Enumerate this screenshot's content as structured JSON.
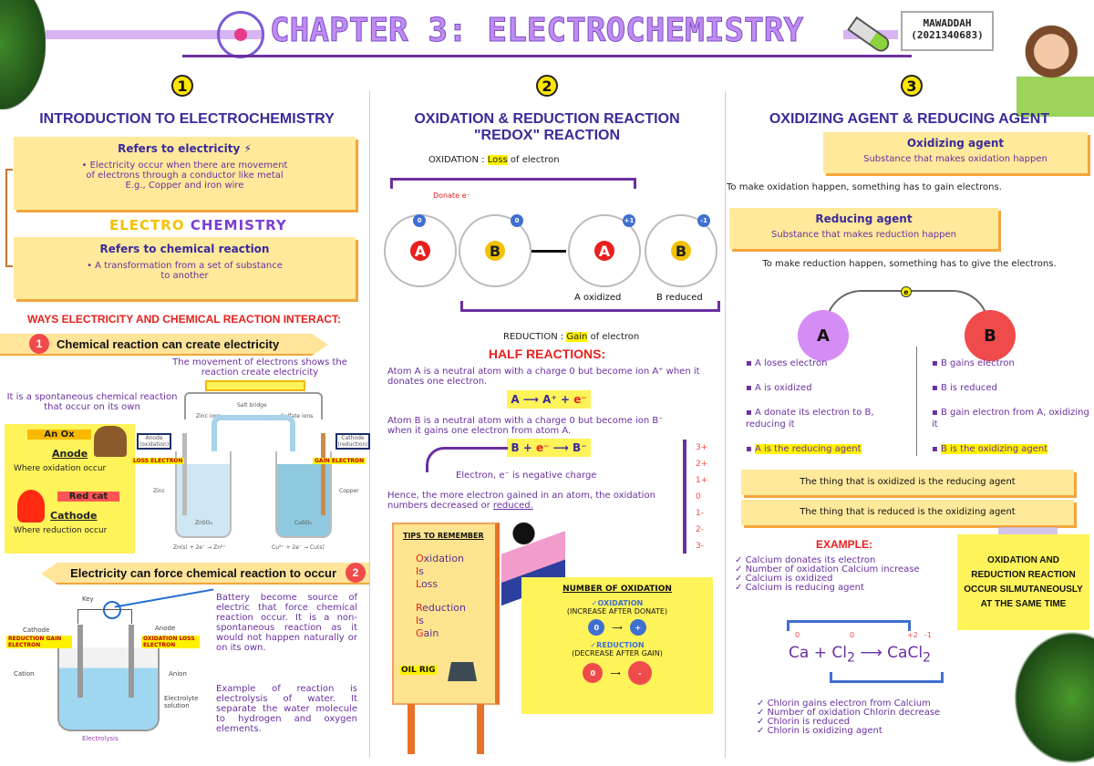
{
  "header": {
    "title": "CHAPTER 3: ELECTROCHEMISTRY",
    "student_name": "MAWADDAH",
    "student_id": "(2021340683)"
  },
  "colors": {
    "title": "#b57bee",
    "heading": "#3b2a9a",
    "text": "#6a2fa0",
    "note": "#ffe99a",
    "highlight": "#fff200",
    "red": "#e8201e"
  },
  "icons": [
    "atom-icon",
    "lightbulb-icon",
    "test-tube-icon",
    "lightning-icon",
    "leaf-icon",
    "ox-icon",
    "cat-icon",
    "girl-reading-icon",
    "oil-rig-icon",
    "waving-girl-icon"
  ],
  "sections": [
    {
      "number": "1",
      "title": "INTRODUCTION TO ELECTROCHEMISTRY",
      "electricity": {
        "title": "Refers to electricity",
        "lines": [
          "• Electricity occur when there are movement",
          "of electrons through a conductor like metal",
          "E.g., Copper and iron wire"
        ]
      },
      "electro_chemistry": [
        "ELECTRO",
        "CHEMISTRY"
      ],
      "chemical": {
        "title": "Refers to chemical reaction",
        "lines": [
          "• A transformation from a set of substance",
          "to another"
        ]
      },
      "ways_heading": "WAYS ELECTRICITY AND CHEMICAL REACTION INTERACT:",
      "way1": {
        "number": "1",
        "label": "Chemical reaction can create electricity",
        "movement_note": "The movement of electrons shows the reaction create electricity",
        "spontaneous_note": "It is a spontaneous chemical reaction that occur on its own",
        "an_ox": "An Ox",
        "anode": "Anode",
        "anode_desc": "Where oxidation occur",
        "red_cat": "Red cat",
        "cathode": "Cathode",
        "cathode_desc": "Where reduction occur",
        "diagram": {
          "salt_bridge": "Salt bridge",
          "zinc_ions": "Zinc ions",
          "sulfate_ions": "Sulfate ions",
          "anode_box": "Anode (oxidation)",
          "cathode_box": "Cathode (reduction)",
          "loss": "LOSS ELECTRON",
          "gain": "GAIN ELECTRON",
          "zinc": "Zinc",
          "copper": "Copper",
          "znso4": "ZnSO₄",
          "cuso4": "CuSO₄",
          "eq_left": "Zn(s) + 2e⁻ → Zn²⁺",
          "eq_right": "Cu²⁺ + 2e⁻ → Cu(s)"
        }
      },
      "way2": {
        "number": "2",
        "label": "Electricity can force chemical reaction to occur",
        "diagram": {
          "key": "Key",
          "cathode": "Cathode",
          "cathode_tag": "REDUCTION GAIN ELECTRON",
          "anode": "Anode",
          "anode_tag": "OXIDATION LOSS ELECTRON",
          "cation": "Cation",
          "anion": "Anion",
          "electrolyte": "Electrolyte solution",
          "caption": "Electrolysis"
        },
        "para1": "Battery become source of electric that force chemical reaction occur. It is a non-spontaneous reaction as it would not happen naturally or on its own.",
        "para2": "Example of reaction is electrolysis of water. It separate the water molecule to hydrogen and oxygen elements."
      }
    },
    {
      "number": "2",
      "title": "OXIDATION & REDUCTION REACTION",
      "subtitle": "\"REDOX\" REACTION",
      "oxidation_def": {
        "prefix": "OXIDATION : ",
        "key": "Loss",
        "suffix": " of electron"
      },
      "donate": "Donate e⁻",
      "atoms": [
        {
          "label": "A",
          "charge": "0"
        },
        {
          "label": "B",
          "charge": "0"
        },
        {
          "label": "A",
          "charge": "+1"
        },
        {
          "label": "B",
          "charge": "-1"
        }
      ],
      "a_oxidized": "A oxidized",
      "b_reduced": "B reduced",
      "reduction_def": {
        "prefix": "REDUCTION : ",
        "key": "Gain",
        "suffix": " of electron"
      },
      "half_heading": "HALF REACTIONS:",
      "atom_a_text": "Atom A is a neutral atom with a charge 0 but become ion A⁺ when it donates one electron.",
      "eq_a": {
        "left": "A ⟶ A⁺ + ",
        "e": "e⁻"
      },
      "atom_b_text": "Atom B is a neutral atom with a charge 0 but become ion B⁻ when it gains one electron from atom A.",
      "eq_b": {
        "left": "B + ",
        "e": "e⁻",
        "right": " ⟶ B⁻"
      },
      "electron_note": "Electron, e⁻ is negative charge",
      "hence": "Hence, the more electron gained in an atom, the oxidation numbers decreased or ",
      "reduced": "reduced.",
      "scale": [
        "3+",
        "2+",
        "1+",
        "0",
        "1-",
        "2-",
        "3-"
      ],
      "tips": {
        "title": "TIPS TO REMEMBER",
        "oil": [
          [
            "O",
            "xidation"
          ],
          [
            "I",
            "s"
          ],
          [
            "L",
            "oss"
          ]
        ],
        "rig": [
          [
            "R",
            "eduction"
          ],
          [
            "I",
            "s"
          ],
          [
            "G",
            "ain"
          ]
        ],
        "tag": "OIL RIG"
      },
      "number_ox": {
        "title": "NUMBER OF OXIDATION",
        "ox": "✓OXIDATION",
        "ox_sub": "(INCREASE AFTER DONATE)",
        "red": "✓REDUCTION",
        "red_sub": "(DECREASE AFTER GAIN)",
        "zero": "0",
        "plus": "+",
        "minus": "-"
      }
    },
    {
      "number": "3",
      "title": "OXIDIZING AGENT & REDUCING AGENT",
      "oxidizing": {
        "title": "Oxidizing agent",
        "desc": "Substance that makes oxidation happen",
        "note": "To make oxidation happen, something has to gain electrons."
      },
      "reducing": {
        "title": "Reducing agent",
        "desc": "Substance that makes reduction happen",
        "note": "To make reduction happen, something has to give the electrons."
      },
      "electron_symbol": "e",
      "a": {
        "label": "A",
        "items": [
          "A loses electron",
          "A is oxidized",
          "A donate its electron to B, reducing it"
        ],
        "key": "A is the reducing agent"
      },
      "b": {
        "label": "B",
        "items": [
          "B gains electron",
          "B is reduced",
          "B gain electron from A, oxidizing it"
        ],
        "key": "B is the oxidizing agent"
      },
      "rule1": "The thing that is oxidized is the reducing agent",
      "rule2": "The thing that is reduced is the oxidizing agent",
      "example_heading": "EXAMPLE:",
      "calcium": [
        "Calcium donates its electron",
        "Number of oxidation Calcium increase",
        "Calcium is oxidized",
        "Calcium is reducing agent"
      ],
      "equation": {
        "ca": "Ca",
        "plus": " + ",
        "cl": "Cl",
        "sub": "2",
        "arrow": " ⟶ ",
        "cacl": "CaCl",
        "ox": [
          "0",
          "0",
          "+2",
          "-1"
        ]
      },
      "chlorin": [
        "Chlorin gains electron from Calcium",
        "Number of oxidation Chlorin decrease",
        "Chlorin is reduced",
        "Chlorin is oxidizing agent"
      ],
      "sticky": "OXIDATION AND REDUCTION REACTION OCCUR SILMUTANEOUSLY AT THE SAME TIME"
    }
  ]
}
